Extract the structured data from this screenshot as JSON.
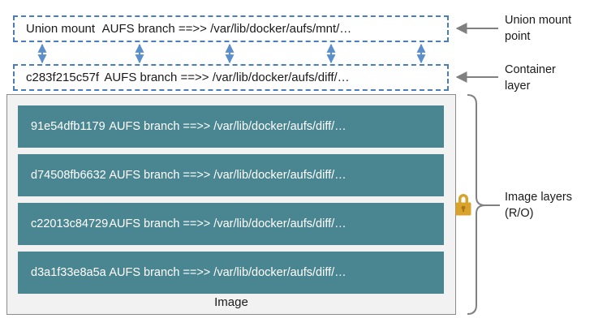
{
  "diagram": {
    "title": "Docker AUFS storage driver layer diagram",
    "colors": {
      "layer_fill": "#4a8691",
      "dashed_border": "#4a7ebb",
      "container_bg": "#f2f2f2",
      "container_border": "#8c8c8c",
      "lock": "#d9a22b",
      "arrow": "#808080",
      "double_arrow": "#4a7ebb"
    },
    "union_mount": {
      "id": "Union mount",
      "branch": "AUFS branch ==>> /var/lib/docker/aufs/mnt/…"
    },
    "container_layer": {
      "id": "c283f215c57f",
      "branch": "AUFS branch ==>> /var/lib/docker/aufs/diff/…"
    },
    "image_layers": [
      {
        "id": "91e54dfb1179",
        "branch": "AUFS branch ==>> /var/lib/docker/aufs/diff/…"
      },
      {
        "id": "d74508fb6632",
        "branch": "AUFS branch ==>> /var/lib/docker/aufs/diff/…"
      },
      {
        "id": "c22013c84729",
        "branch": "AUFS branch ==>> /var/lib/docker/aufs/diff/…"
      },
      {
        "id": "d3a1f33e8a5a",
        "branch": "AUFS branch ==>> /var/lib/docker/aufs/diff/…"
      }
    ],
    "image_caption": "Image",
    "callouts": {
      "union_mount_point": "Union mount\npoint",
      "container_layer": "Container\nlayer",
      "image_layers": "Image layers\n(R/O)"
    },
    "icons": {
      "lock": "lock-icon",
      "double_arrow": "double-headed-vertical-arrow-icon",
      "callout_arrow": "left-pointing-arrow-icon",
      "brace": "right-curly-brace-icon"
    }
  }
}
